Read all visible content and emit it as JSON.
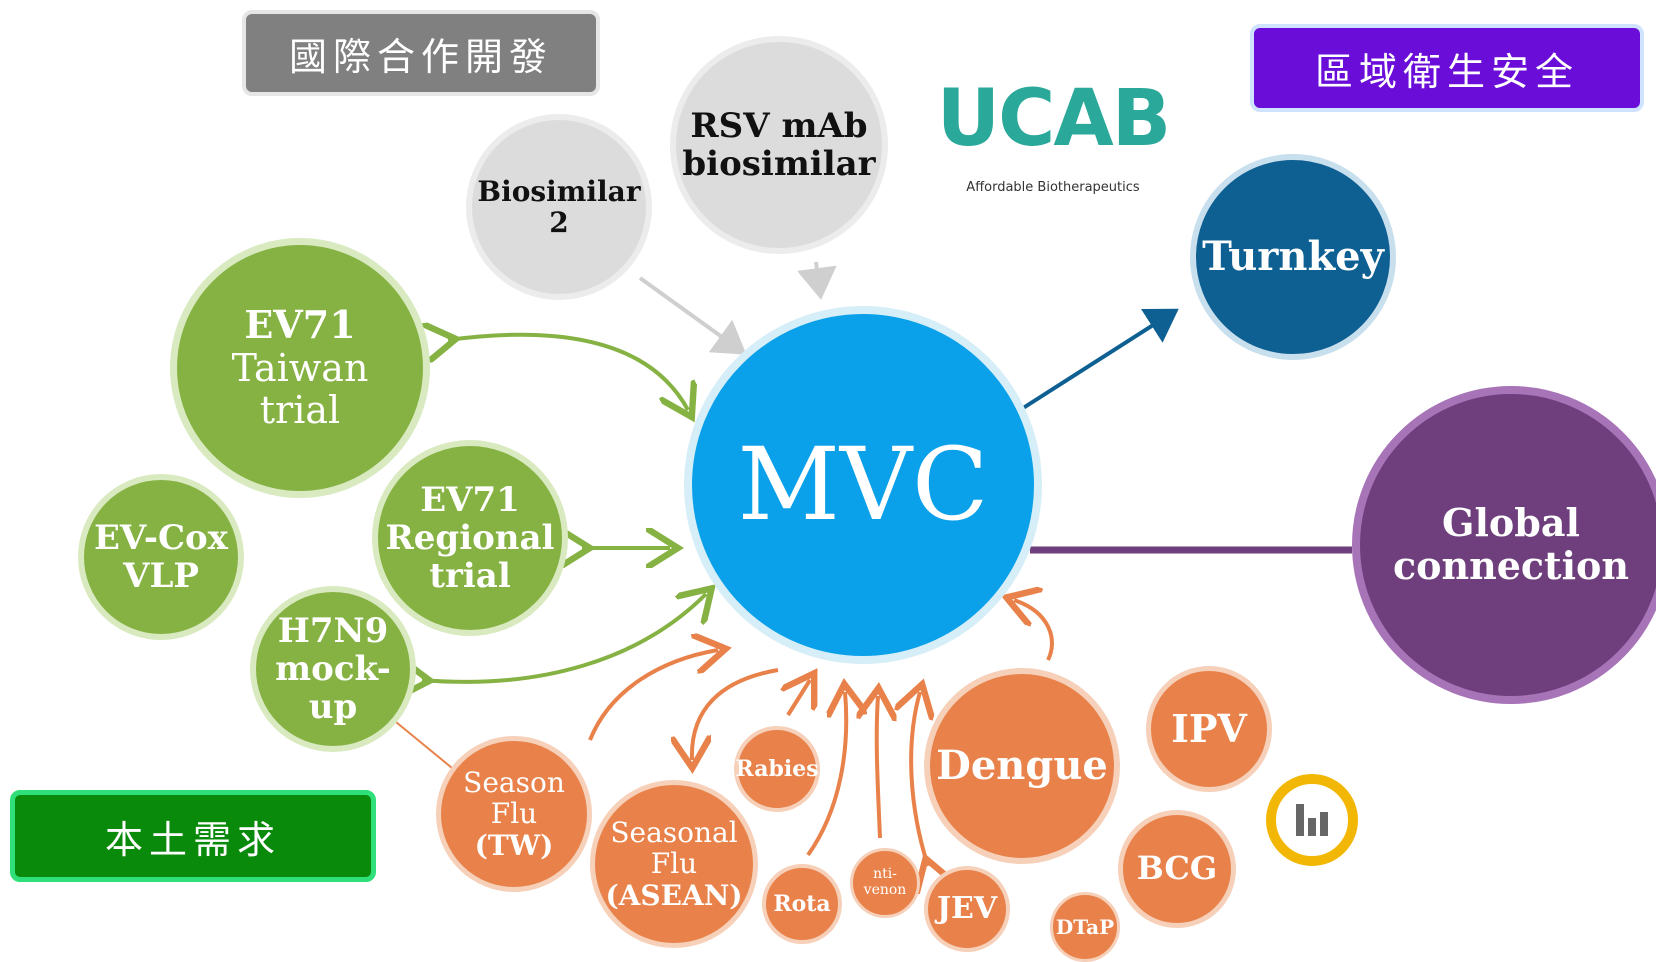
{
  "tags": {
    "intl": "國際合作開發",
    "regional": "區域衛生安全",
    "local": "本土需求"
  },
  "center": "MVC",
  "nodes": {
    "biosimilar2": [
      "Biosimilar",
      "2"
    ],
    "rsv": [
      "RSV mAb",
      "biosimilar"
    ],
    "turnkey": [
      "Turnkey"
    ],
    "global": [
      "Global",
      "connection"
    ],
    "ev71_taiwan": [
      "EV71",
      "Taiwan",
      "trial"
    ],
    "ev71_regional": [
      "EV71",
      "Regional",
      "trial"
    ],
    "evcox": [
      "EV-Cox",
      "VLP"
    ],
    "h7n9": [
      "H7N9",
      "mock-up"
    ],
    "season_tw": [
      "Season Flu",
      "(TW)"
    ],
    "seasonal_asean": [
      "Seasonal",
      "Flu",
      "(ASEAN)"
    ],
    "rabies": [
      "Rabies"
    ],
    "rota": [
      "Rota"
    ],
    "antivenom": [
      "nti-venon"
    ],
    "jev": [
      "JEV"
    ],
    "dengue": [
      "Dengue"
    ],
    "ipv": [
      "IPV"
    ],
    "bcg": [
      "BCG"
    ],
    "dtap": [
      "DTaP"
    ]
  },
  "logo": {
    "name": "UCAB",
    "subtitle": "Affordable Biotherapeutics"
  },
  "colors": {
    "gray_tag": "#808080",
    "purple_tag": "#6a0dd9",
    "green_tag": "#0a8a0a",
    "mvc": "#0aa0ea",
    "turnkey": "#0e5f92",
    "global": "#6e3f7c",
    "green": "#86b244",
    "orange": "#e8824a",
    "gray_bubble": "#dcdcdc",
    "teal": "#2aa89a",
    "gold": "#f2b705"
  }
}
